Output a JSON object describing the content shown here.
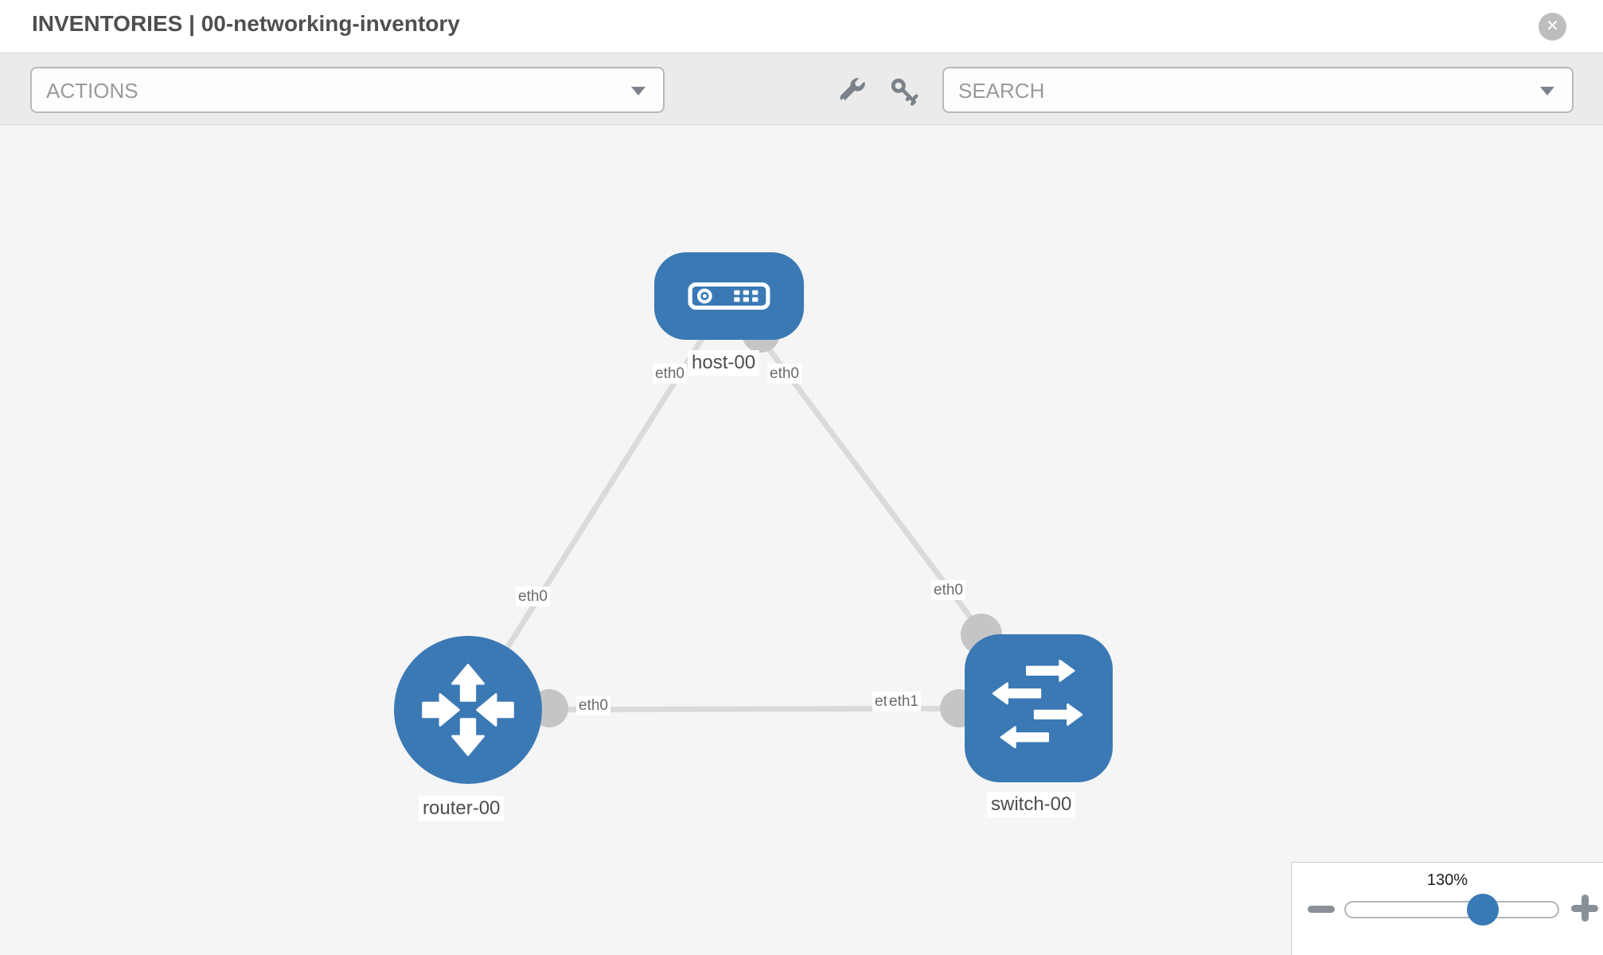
{
  "window": {
    "title": "INVENTORIES | 00-networking-inventory",
    "close_icon": "circle-x-icon",
    "close_glyph": "✕"
  },
  "toolbar": {
    "actions_label": "ACTIONS",
    "search_placeholder": "SEARCH",
    "icons": [
      "wrench-icon",
      "key-icon"
    ]
  },
  "topology": {
    "nodes": [
      {
        "id": "host-00",
        "type": "host",
        "label": "host-00",
        "icon": "server-icon"
      },
      {
        "id": "router-00",
        "type": "router",
        "label": "router-00",
        "icon": "router-arrows-icon"
      },
      {
        "id": "switch-00",
        "type": "switch",
        "label": "switch-00",
        "icon": "switch-arrows-icon"
      }
    ],
    "links": [
      {
        "source": "host-00",
        "target": "router-00",
        "source_interface": "eth0",
        "target_interface": "eth0"
      },
      {
        "source": "host-00",
        "target": "switch-00",
        "source_interface": "eth0",
        "target_interface": "eth0"
      },
      {
        "source": "router-00",
        "target": "switch-00",
        "source_interface": "eth0",
        "target_interface": "eth1"
      }
    ],
    "switch_overlap_back_label": "eth0"
  },
  "zoom_control": {
    "value": "130%",
    "minus_icon": "minus-icon",
    "plus_icon": "plus-icon"
  },
  "colors": {
    "node_blue": "#3b79b5",
    "link_gray": "#dadada",
    "connector_gray": "#c5c5c5",
    "canvas_bg": "#f5f5f5",
    "toolbar_bg": "#ebebeb",
    "accent_handle": "#387ab5"
  }
}
